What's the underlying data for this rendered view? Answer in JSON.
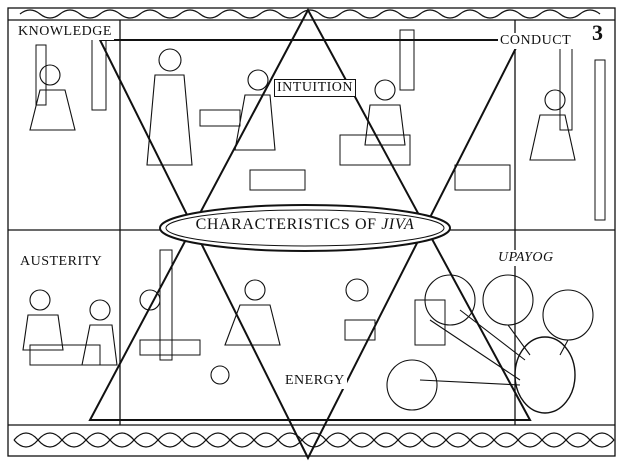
{
  "title": {
    "prefix": "CHARACTERISTICS OF ",
    "emphasis": "JIVA"
  },
  "labels": {
    "knowledge": "KNOWLEDGE",
    "intuition": "INTUITION",
    "conduct": "CONDUCT",
    "austerity": "AUSTERITY",
    "upayog": "UPAYOG",
    "energy": "ENERGY"
  },
  "page_number": "3"
}
